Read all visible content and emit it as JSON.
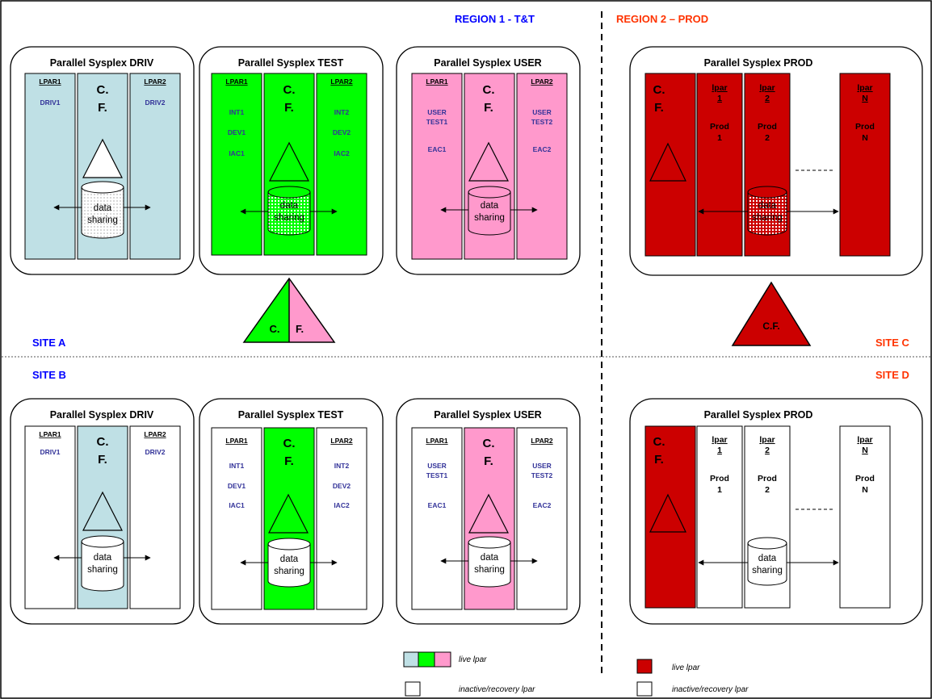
{
  "regions": {
    "region1": "REGION 1 - T&T",
    "region2": "REGION 2 – PROD"
  },
  "sites": {
    "a": "SITE A",
    "b": "SITE B",
    "c": "SITE C",
    "d": "SITE D"
  },
  "sysplex_titles": {
    "driv": "Parallel Sysplex DRIV",
    "test": "Parallel Sysplex TEST",
    "user": "Parallel Sysplex USER",
    "prod": "Parallel Sysplex PROD"
  },
  "labels": {
    "lpar1": "LPAR1",
    "lpar2": "LPAR2",
    "cf_line1": "C.",
    "cf_line2": "F.",
    "data": "data",
    "sharing": "sharing",
    "cf_c": "C.",
    "cf_f": "F.",
    "cf_combined": "C.F."
  },
  "systems": {
    "driv1": "DRIV1",
    "driv2": "DRIV2",
    "int1": "INT1",
    "dev1": "DEV1",
    "iac1": "IAC1",
    "int2": "INT2",
    "dev2": "DEV2",
    "iac2": "IAC2",
    "user": "USER",
    "test1": "TEST1",
    "test2": "TEST2",
    "eac1": "EAC1",
    "eac2": "EAC2"
  },
  "prod": {
    "lpar": "lpar",
    "n1": "1",
    "n2": "2",
    "nN": "N",
    "prod": "Prod"
  },
  "legend": {
    "live": "live lpar",
    "inactive": "inactive/recovery lpar"
  },
  "colors": {
    "driv": "#bfe0e5",
    "test": "#00ff00",
    "user": "#ff99cc",
    "prod": "#cc0000",
    "region1_text": "#0000ff",
    "region2_text": "#ff3300"
  }
}
